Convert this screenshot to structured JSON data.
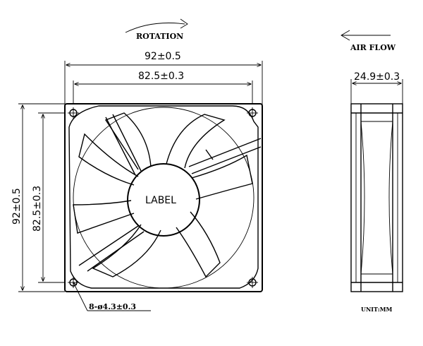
{
  "labels": {
    "rotation": "ROTATION",
    "air_flow": "AIR FLOW",
    "fan_label": "LABEL",
    "unit": "UNIT:MM"
  },
  "dimensions": {
    "overall_width": "92±0.5",
    "hole_spacing_width": "82.5±0.3",
    "overall_height": "92±0.5",
    "hole_spacing_height": "82.5±0.3",
    "depth": "24.9±0.3",
    "mounting_holes": "8-ø4.3±0.3"
  }
}
